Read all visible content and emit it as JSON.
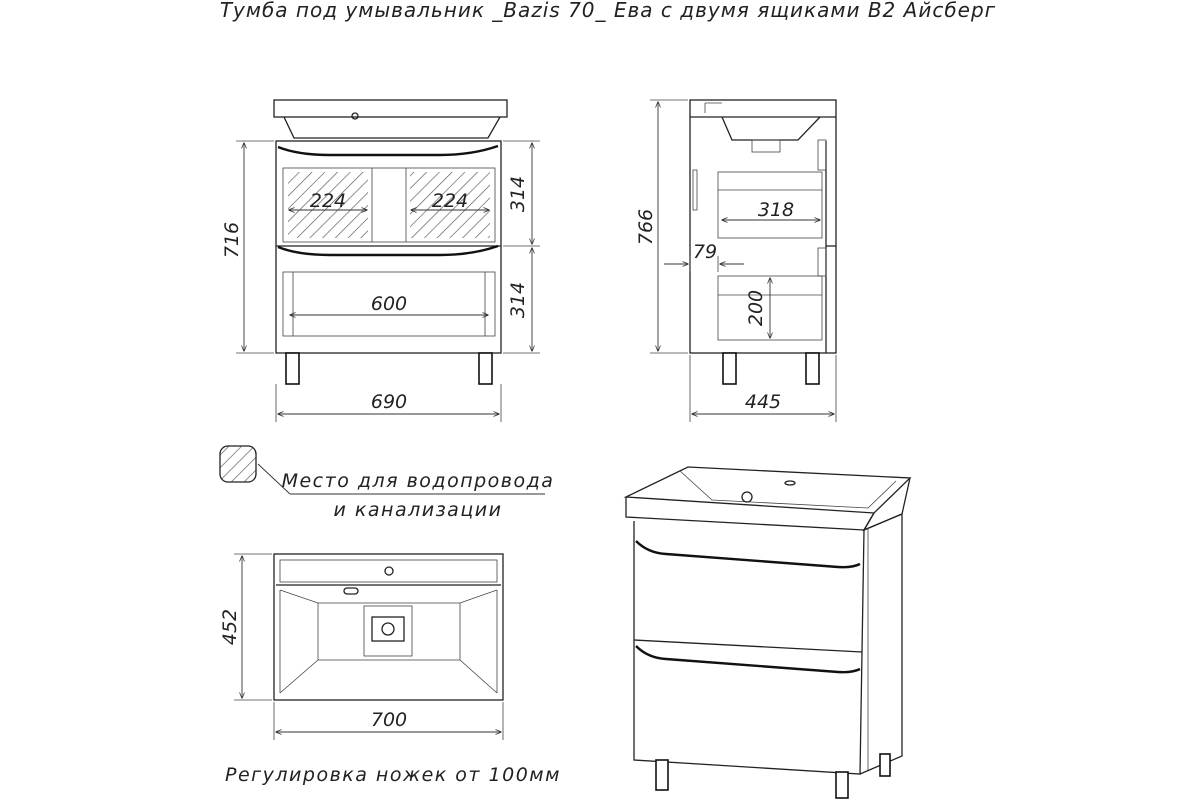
{
  "title": "Тумба под умывальник _Bazis 70_ Ева с двумя ящиками В2 Айсберг",
  "colors": {
    "line": "#222222",
    "hatch": "#555555",
    "background": "#ffffff"
  },
  "front_view": {
    "dim_height_total": "716",
    "dim_width": "690",
    "dim_drawer_top": "314",
    "dim_drawer_bottom": "314",
    "dim_zone_left": "224",
    "dim_zone_right": "224",
    "dim_inner_width": "600"
  },
  "side_view": {
    "dim_height": "766",
    "dim_depth": "445",
    "dim_depth_inner": "318",
    "dim_offset": "79",
    "dim_height_inner": "200"
  },
  "top_view": {
    "dim_depth": "452",
    "dim_width": "700"
  },
  "legend": {
    "line1": "Место для водопровода",
    "line2": "и канализации"
  },
  "footnote": "Регулировка ножек от 100мм"
}
